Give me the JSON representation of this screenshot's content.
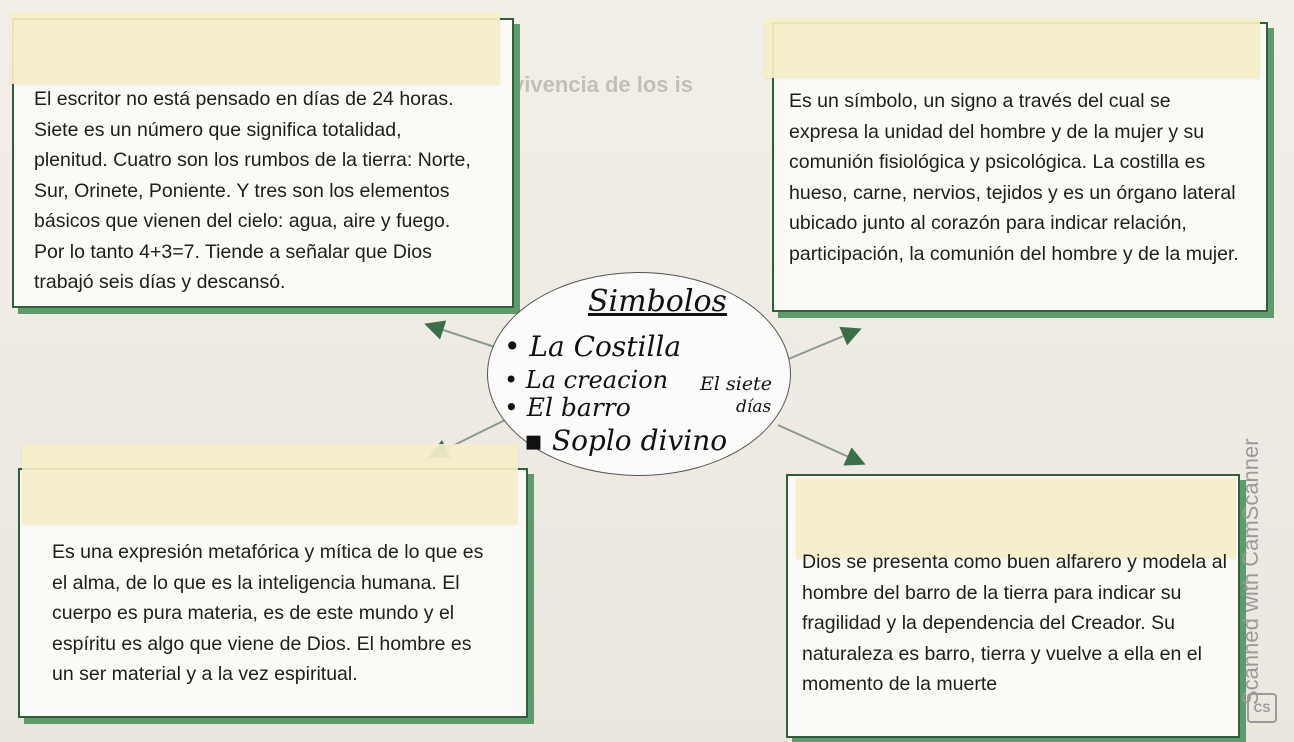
{
  "diagram": {
    "center": {
      "title": "Simbolos",
      "items": [
        "La Costilla",
        "La creacion",
        "El barro",
        "Soplo divino"
      ],
      "side_note": [
        "El siete",
        "días"
      ]
    },
    "boxes": {
      "top_left": [
        "El escritor no está pensado en días de 24 horas.",
        "Siete es un número que significa totalidad,",
        "plenitud. Cuatro son los rumbos de la tierra: Norte,",
        "Sur, Orinete, Poniente. Y tres son los elementos",
        "básicos que vienen del cielo: agua, aire y fuego.",
        "Por lo tanto 4+3=7. Tiende a señalar que Dios",
        "trabajó seis días y descansó."
      ],
      "top_right": [
        "Es un símbolo, un signo a través del cual se",
        "expresa la unidad del hombre y de la mujer y su",
        "comunión fisiológica y psicológica. La costilla es",
        "hueso, carne, nervios, tejidos y es un órgano lateral",
        "ubicado junto al corazón para indicar relación,",
        "participación, la comunión del hombre y de la mujer."
      ],
      "bottom_left": [
        "Es una expresión metafórica y mítica de lo que es",
        "el alma, de lo que es la inteligencia humana. El",
        "cuerpo es pura materia, es de este mundo y el",
        "espíritu es algo que viene de Dios. El hombre es",
        "un ser material y a la vez espiritual."
      ],
      "bottom_right": [
        "Dios se presenta como buen alfarero y modela al",
        "hombre del barro de la tierra para indicar su",
        "fragilidad y la dependencia del Creador. Su",
        "naturaleza es barro, tierra y vuelve a ella en el",
        "momento de la muerte"
      ]
    },
    "background_heading": "vivencia de los is",
    "watermark": "Scanned with CamScanner",
    "watermark_logo": "CS"
  }
}
